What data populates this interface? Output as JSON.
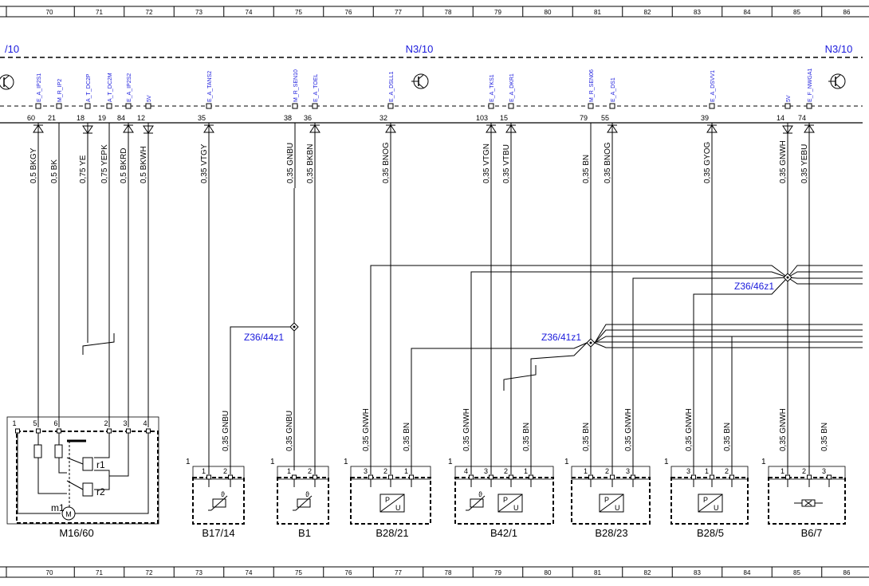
{
  "ruler_numbers": [
    "70",
    "71",
    "72",
    "73",
    "74",
    "75",
    "76",
    "77",
    "78",
    "79",
    "80",
    "81",
    "82",
    "83",
    "84",
    "85",
    "86"
  ],
  "top_labels": {
    "left_partial": "/10",
    "center": "N3/10",
    "right": "N3/10"
  },
  "pins": [
    {
      "num": "60",
      "signal": "E_A_IP2S1",
      "wire": "0,5 BKGY",
      "dir": "in"
    },
    {
      "num": "21",
      "signal": "M_R_IP2",
      "wire": "0,5 BK",
      "dir": "none"
    },
    {
      "num": "18",
      "signal": "A_T_DC2P",
      "wire": "0,75 YE",
      "dir": "out"
    },
    {
      "num": "19",
      "signal": "A_T_DC2M",
      "wire": "0,75 YEPK",
      "dir": "none"
    },
    {
      "num": "84",
      "signal": "E_A_IP2S2",
      "wire": "0,5 BKRD",
      "dir": "in"
    },
    {
      "num": "12",
      "signal": "5V",
      "wire": "0,5 BKWH",
      "dir": "out"
    },
    {
      "num": "35",
      "signal": "E_A_TANS2",
      "wire": "0,35 VTGY",
      "dir": "in"
    },
    {
      "num": "38",
      "signal": "M_R_SEN10",
      "wire": "0,35 GNBU",
      "dir": "none"
    },
    {
      "num": "36",
      "signal": "E_A_TOEL",
      "wire": "0,35 BKBN",
      "dir": "in"
    },
    {
      "num": "32",
      "signal": "E_A_DSLL1",
      "wire": "0,35 BNOG",
      "dir": "in"
    },
    {
      "num": "103",
      "signal": "E_A_TKS1",
      "wire": "0,35 VTGN",
      "dir": "in"
    },
    {
      "num": "15",
      "signal": "E_A_DKR1",
      "wire": "0,35 VTBU",
      "dir": "in"
    },
    {
      "num": "79",
      "signal": "M_R_SEN06",
      "wire": "0,35 BN",
      "dir": "none"
    },
    {
      "num": "55",
      "signal": "E_A_DS1",
      "wire": "0,35 BNOG",
      "dir": "in"
    },
    {
      "num": "39",
      "signal": "E_A_DSVV1",
      "wire": "0,35 GYOG",
      "dir": "in"
    },
    {
      "num": "14",
      "signal": "5V",
      "wire": "0,35 GNWH",
      "dir": "out"
    },
    {
      "num": "74",
      "signal": "E_F_NWGA1",
      "wire": "0,35 YEBU",
      "dir": "in"
    }
  ],
  "splices": [
    "Z36/44z1",
    "Z36/41z1",
    "Z36/46z1"
  ],
  "lower_wires": [
    "0,35 GNBU",
    "0,35 GNBU",
    "0,35 GNWH",
    "0,35 BN",
    "0,35 GNWH",
    "0,35 BN",
    "0,35 BN",
    "0,35 GNWH",
    "0,35 GNWH",
    "0,35 BN",
    "0,35 GNWH",
    "0,35 BN"
  ],
  "components": {
    "m16": {
      "label": "M16/60",
      "pins": [
        "1",
        "5",
        "6",
        "2",
        "3",
        "4"
      ],
      "r1": "r1",
      "r2": "r2",
      "m1": "m1",
      "motor": "M"
    },
    "b17": {
      "label": "B17/14",
      "outer": "1",
      "pins": [
        "1",
        "2"
      ]
    },
    "b1": {
      "label": "B1",
      "outer": "1",
      "pins": [
        "1",
        "2"
      ]
    },
    "b2821": {
      "label": "B28/21",
      "outer": "1",
      "pins": [
        "3",
        "2",
        "1"
      ],
      "pu": "P U"
    },
    "b421": {
      "label": "B42/1",
      "outer": "1",
      "pins": [
        "4",
        "3",
        "2",
        "1"
      ],
      "pu": "P U"
    },
    "b2823": {
      "label": "B28/23",
      "outer": "1",
      "pins": [
        "1",
        "2",
        "3"
      ],
      "pu": "P U"
    },
    "b285": {
      "label": "B28/5",
      "outer": "1",
      "pins": [
        "3",
        "1",
        "2"
      ],
      "pu": "P U"
    },
    "b67": {
      "label": "B6/7",
      "outer": "1",
      "pins": [
        "1",
        "2",
        "3"
      ]
    }
  },
  "temp_symbol": "ϑ"
}
